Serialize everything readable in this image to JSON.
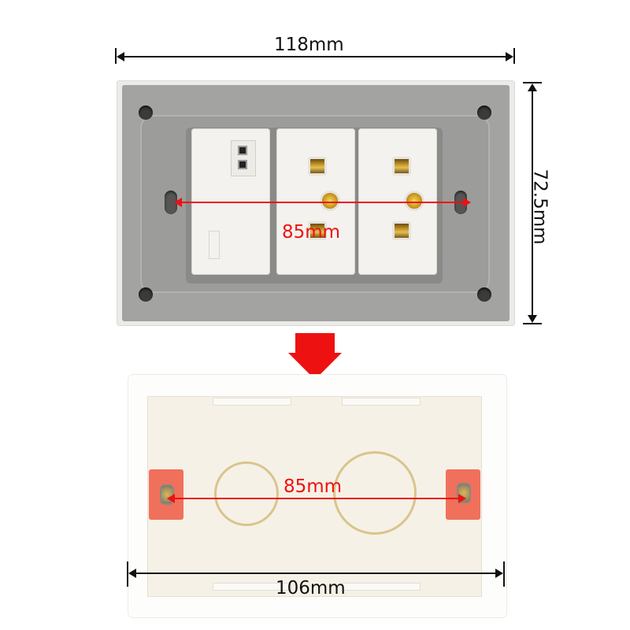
{
  "image": {
    "description": "Product dimension diagram: wall socket faceplate (rear view) above its matching mounting box",
    "colors": {
      "annotation_black": "#111111",
      "annotation_red": "#ee1111",
      "plate_gray": "#a3a3a1",
      "box_white": "#fdfdfc",
      "mounting_ear": "#f0705b"
    }
  },
  "faceplate": {
    "width_label": "118mm",
    "height_label": "72.5mm",
    "screw_spacing_label": "85mm",
    "modules": [
      {
        "type": "switch",
        "label": "switch-module"
      },
      {
        "type": "socket",
        "label": "socket-module-1"
      },
      {
        "type": "socket",
        "label": "socket-module-2"
      }
    ]
  },
  "arrow": {
    "direction": "down",
    "icon": "arrow-down-icon"
  },
  "mounting_box": {
    "width_label": "106mm",
    "screw_spacing_label": "85mm",
    "knockouts": 2
  }
}
